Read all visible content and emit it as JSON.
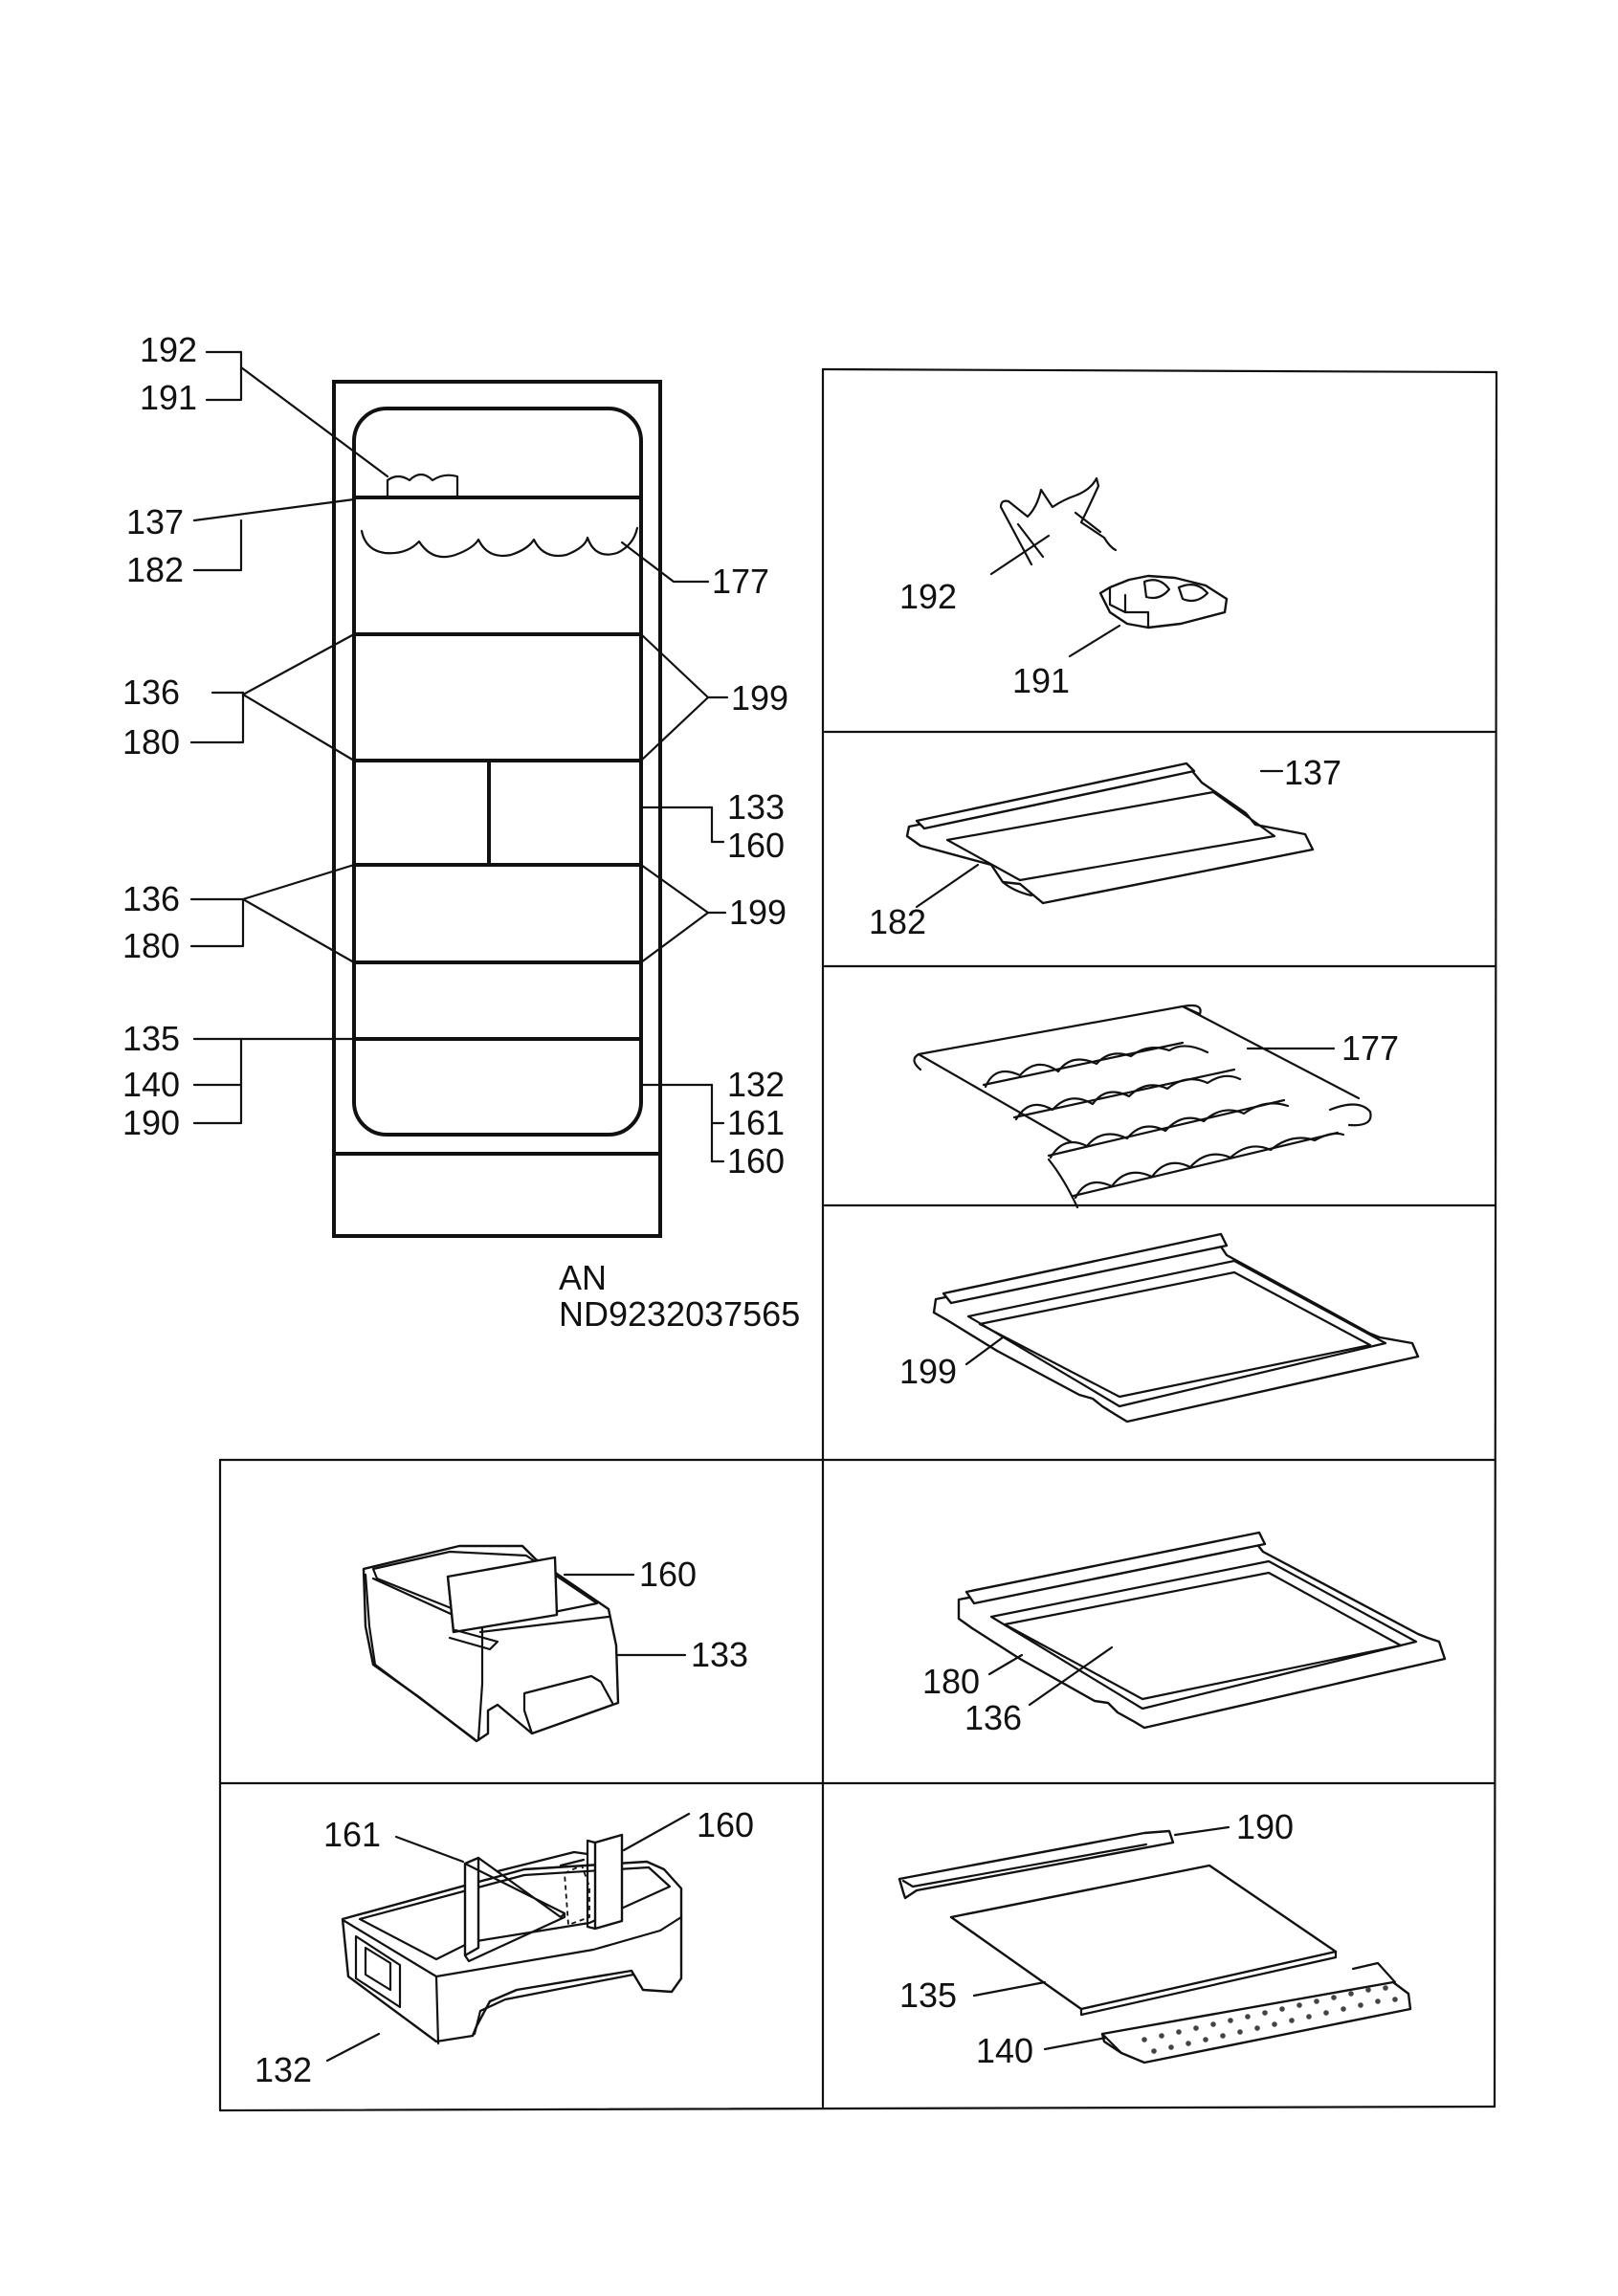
{
  "model": {
    "line1": "AN",
    "line2": "ND9232037565"
  },
  "overview_labels": {
    "l192": "192",
    "l191": "191",
    "l137": "137",
    "l182": "182",
    "l177": "177",
    "l136a": "136",
    "l180a": "180",
    "l199a": "199",
    "l133": "133",
    "l160a": "160",
    "l136b": "136",
    "l180b": "180",
    "l199b": "199",
    "l135": "135",
    "l140": "140",
    "l190": "190",
    "l132": "132",
    "l161": "161",
    "l160b": "160"
  },
  "panels": {
    "clip": {
      "a": "192",
      "b": "191"
    },
    "small_shelf": {
      "a": "137",
      "b": "182"
    },
    "bottle_rack": {
      "a": "177"
    },
    "glass_shelf": {
      "a": "199"
    },
    "drawer_small": {
      "a": "160",
      "b": "133"
    },
    "shelf_large": {
      "a": "180",
      "b": "136"
    },
    "drawer_large": {
      "a": "161",
      "b": "160",
      "c": "132"
    },
    "cover_plate": {
      "a": "190",
      "b": "135",
      "c": "140"
    }
  }
}
